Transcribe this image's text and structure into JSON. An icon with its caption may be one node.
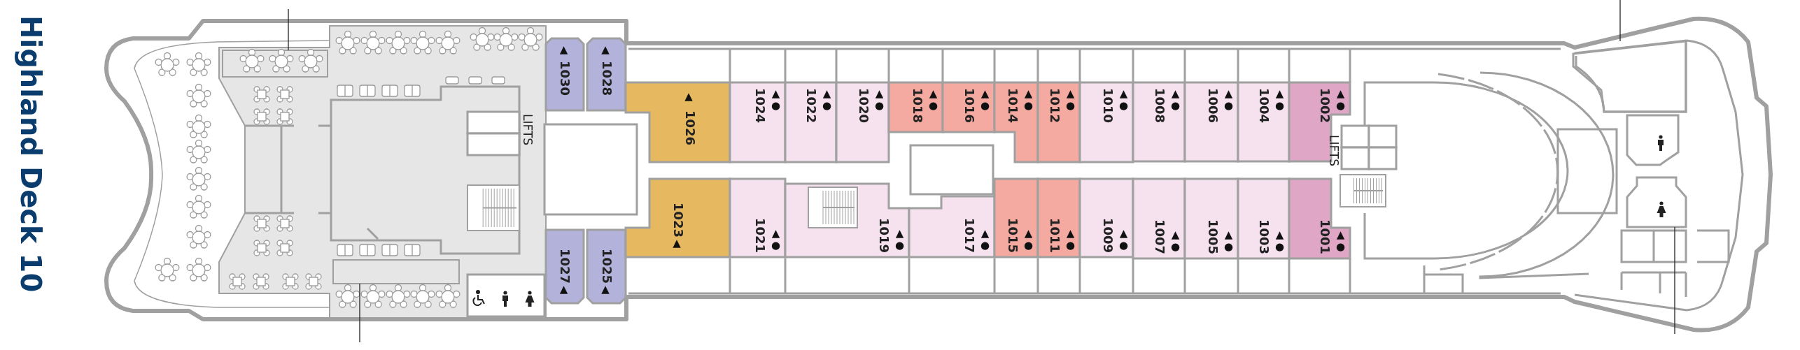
{
  "diagram": {
    "title": "Highland Deck 10",
    "nodes": [
      {
        "text": [
          "1030",
          "▲"
        ]
      },
      {
        "text": [
          "1028",
          "▲"
        ]
      },
      {
        "text": [
          "1026",
          "▲"
        ]
      },
      {
        "text": [
          "1024",
          "▲ ●"
        ]
      },
      {
        "text": [
          "1022",
          "▲ ●"
        ]
      },
      {
        "text": [
          "1020",
          "▲ ●"
        ]
      },
      {
        "text": [
          "1018",
          "▲ ●"
        ]
      },
      {
        "text": [
          "1016",
          "▲ ●"
        ]
      },
      {
        "text": [
          "1014",
          "▲ ●"
        ]
      },
      {
        "text": [
          "1012",
          "▲ ●"
        ]
      },
      {
        "text": [
          "1010",
          "▲ ●"
        ]
      },
      {
        "text": [
          "1008",
          "▲ ●"
        ]
      },
      {
        "text": [
          "1006",
          "▲ ●"
        ]
      },
      {
        "text": [
          "1004",
          "▲ ●"
        ]
      },
      {
        "text": [
          "1002",
          "▲ ●"
        ]
      },
      {
        "text": [
          "1027",
          "▲"
        ]
      },
      {
        "text": [
          "1025",
          "▲"
        ]
      },
      {
        "text": [
          "1023",
          "▲"
        ]
      },
      {
        "text": [
          "1021",
          "▲ ●"
        ]
      },
      {
        "text": [
          "1019",
          "▲ ●"
        ]
      },
      {
        "text": [
          "1017",
          "▲ ●"
        ]
      },
      {
        "text": [
          "1015",
          "▲ ●"
        ]
      },
      {
        "text": [
          "1011",
          "▲ ●"
        ]
      },
      {
        "text": [
          "1009",
          "▲ ●"
        ]
      },
      {
        "text": [
          "1007",
          "▲ ●"
        ]
      },
      {
        "text": [
          "1005",
          "▲ ●"
        ]
      },
      {
        "text": [
          "1003",
          "▲ ●"
        ]
      },
      {
        "text": [
          "1001",
          "▲ ●"
        ]
      },
      {
        "text": [],
        "shape": "box"
      },
      {
        "text": [],
        "shape": "box"
      },
      {
        "text": [],
        "shape": "box"
      },
      {
        "text": [],
        "shape": "box"
      }
    ],
    "edges": [
      {
        "from": null,
        "to": 28,
        "arrow": "none"
      },
      {
        "from": null,
        "to": 29,
        "arrow": "none"
      },
      {
        "from": null,
        "to": 30,
        "arrow": "none"
      },
      {
        "from": null,
        "to": 31,
        "arrow": "none"
      }
    ],
    "labels": [
      "LIFTS",
      "LIFTS"
    ]
  }
}
